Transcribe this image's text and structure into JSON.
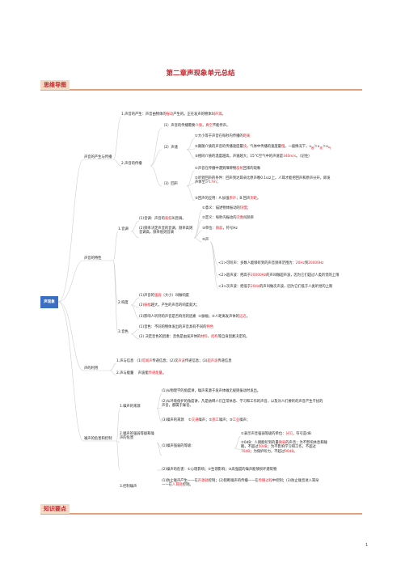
{
  "title": "第二章声现象单元总结",
  "sections": {
    "mindmap": "思维导图",
    "keypoints": "知识要点"
  },
  "root": "声现象",
  "b1": {
    "label": "声音的产生与传播",
    "c1": {
      "a": "1.声音的产生：声音由物体的",
      "b": "振动",
      "c": "产生的。正在发声的物体叫",
      "d": "声源",
      "e": "。"
    },
    "c2": "2.声音的传播",
    "c2_1": {
      "a": "（1）声音的传播需要",
      "b": "介质",
      "c": "，",
      "d": "真空",
      "e": "不能传声。"
    },
    "c2_2": "（2）声速",
    "c2_2_1": {
      "a": "①大小等于声音在每秒内传播的",
      "b": "距离"
    },
    "c2_2_2": {
      "a": "②跟随介质的声音的传播速度最",
      "b": "快",
      "c": "，气体中传播的速度最",
      "d": "慢",
      "e": "。一般情况下，v",
      "f": "固",
      "g": "＞v",
      "h": "液",
      "i": "＞v",
      "j": "气"
    },
    "c2_2_3": {
      "a": "③相同介质的温度越高，声速越大；15°C空气中的声速是",
      "b": "340m/s",
      "c": "。（记住）"
    },
    "c2_3": "（3）回声",
    "c2_3_1": {
      "a": "①声音在传播中遇到障碍物",
      "b": "反射",
      "c": "回来的现象"
    },
    "c2_3_2": {
      "a": "②听到回声的条件：回声到达耳朵比原声晚0.1s以上，人耳才能把回声和原声分开，即发声体至少",
      "b": "17m",
      "c": "；"
    },
    "c2_3_3": {
      "a": "③回声的应用：A.加强",
      "b": "原声",
      "c": "；B.回声",
      "d": "测距",
      "e": "。"
    }
  },
  "b2": {
    "label": "声音的特性",
    "c1": "1.音调",
    "c1_1": {
      "a": "(1)音调：声音的",
      "b": "高低",
      "c": "叫音调。"
    },
    "c1_2": "(2)频率决定声音的音调，频率高则音调高，频率低则音调",
    "c1_2_1": {
      "a": "①意义：描述物体振动的",
      "b": "快慢",
      "c": "；"
    },
    "c1_2_2": {
      "a": "②定义：每秒内振动的",
      "b": "次数",
      "c": "叫频率"
    },
    "c1_2_3": {
      "a": "③单位：",
      "b": "赫兹",
      "c": "，符号Hz"
    },
    "c1_2_4": "④声",
    "c1_2_4_1": {
      "a": "<1>可听声：多数人能够听到的声音频率范围为：",
      "b": "20Hz",
      "c": "到",
      "d": "20000Hz"
    },
    "c1_2_4_2": {
      "a": "<2>超声波：把高于",
      "b": "20000Hz",
      "c": "的声叫做超声波，因为它们超过人类听觉的上限"
    },
    "c1_2_4_3": {
      "a": "<3>次声波：把低于",
      "b": "20Hz",
      "c": "的声叫做次声波，因为它们低于人类听觉的上限"
    },
    "c2": "2.响度",
    "c2_1": {
      "a": "(1)声音的",
      "b": "强弱",
      "c": "（大小）叫做响度"
    },
    "c2_2": {
      "a": "(2)",
      "b": "振幅",
      "c": "越大，产生的声音的响度就大；"
    },
    "c2_3": {
      "a": "(3)影响人听到的声音是否响亮的因素",
      "b": "①振幅；②人距离发声体的",
      "c": "远近",
      "d": "。"
    },
    "c3": "3.音色",
    "c3_1": {
      "a": "(1)音色：不同的物体发出的声音具有不同的",
      "b": "特色"
    },
    "c3_2": {
      "a": "(2) 决定音色的因素：音色是由发声体的",
      "b": "材料",
      "c": "、",
      "d": "结构",
      "e": "等自身因素决定的。"
    }
  },
  "b3": {
    "label": "声的利用",
    "c1": {
      "a": "1.声与信息",
      "b": "(1)",
      "c": "可闻声",
      "d": "传递信息；(2)次",
      "e": "声波",
      "f": "传递信息；(3)",
      "g": "超声波",
      "h": "传递信息"
    },
    "c2": {
      "a": "2.声与能量",
      "b": "声波能",
      "c": "传递能量",
      "d": "。"
    }
  },
  "b4": {
    "label": "噪声的危害和控制",
    "c1": "1.噪声的来源",
    "c1_1": "(1)从物理学的角度讲，噪声来源于发声体做无规则振动时发出。",
    "c1_2": "(2)从环境保护的角度讲，凡是妨碍人们正常休息、学习和工作的声音，以及对人们要听的声音产生干扰的声音，都属于噪音。",
    "c1_3": {
      "a": "(3)噪声的来源",
      "b": "①",
      "c": "交通",
      "d": "噪声；②",
      "e": "施工",
      "f": "噪声；③",
      "g": "工业",
      "h": "噪声；"
    },
    "c2": "2.噪声的强弱等级和噪声的危害",
    "c2_1": "(1)噪声强弱的等级：",
    "c2_1_1": {
      "a": "①表示声音强弱等级的单位：",
      "b": "分贝",
      "c": "，符号是dB"
    },
    "c2_1_2": {
      "a": "②0dB：人刚能听到的最",
      "b": "微弱",
      "c": "的声音；为不影响休息和睡眠，不超过",
      "d": "50dB",
      "e": "；为不影响学习和工作，不超过",
      "f": "70dB",
      "g": "；为保护听力，不超过",
      "h": "90dB",
      "i": "。"
    },
    "c2_2": "(2)噪声的危害：①心理影响；②生理影响；③高强度的噪声能够损坏建筑物",
    "c3": "3.控制噪声",
    "c3_1": {
      "a": "(1)防止噪声产生——在",
      "b": "声源处",
      "c": "控制；(2)阻断噪声的传播——在",
      "d": "传播过程",
      "e": "中控制；(3)防止噪音进入耳朵——在",
      "f": "人耳处",
      "g": "控制。"
    }
  },
  "page_number": "1"
}
